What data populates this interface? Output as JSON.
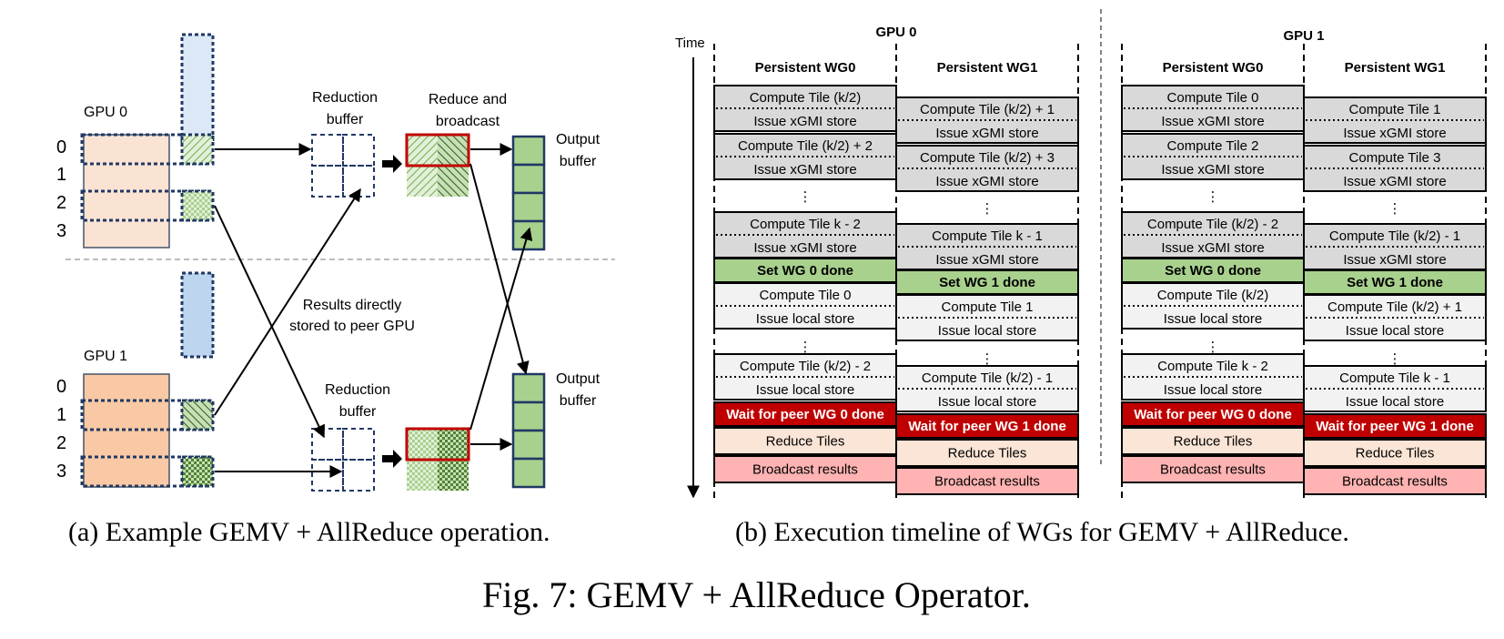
{
  "left": {
    "gpu0_label": "GPU 0",
    "gpu1_label": "GPU 1",
    "rows": [
      "0",
      "1",
      "2",
      "3"
    ],
    "reduction_buffer_top": [
      "Reduction",
      "buffer"
    ],
    "reduction_buffer_bottom": [
      "Reduction",
      "buffer"
    ],
    "reduce_broadcast": [
      "Reduce and",
      "broadcast"
    ],
    "output_buffer_top": [
      "Output",
      "buffer"
    ],
    "output_buffer_bottom": [
      "Output",
      "buffer"
    ],
    "peer_note": [
      "Results directly",
      "stored to peer GPU"
    ]
  },
  "right": {
    "time_label": "Time",
    "gpus": [
      {
        "title": "GPU 0",
        "wg0": {
          "header": "Persistent WG0",
          "blocks": [
            {
              "top": "Compute Tile (k/2)",
              "bottom": "Issue xGMI store"
            },
            {
              "top": "Compute Tile (k/2) + 2",
              "bottom": "Issue xGMI store"
            },
            {
              "top": "Compute Tile k - 2",
              "bottom": "Issue xGMI store"
            },
            {
              "top": "Compute Tile 0",
              "bottom": "Issue local store"
            },
            {
              "top": "Compute Tile (k/2) - 2",
              "bottom": "Issue local store"
            }
          ],
          "done": "Set WG 0 done",
          "wait": "Wait for peer WG 0 done",
          "reduce": "Reduce Tiles",
          "broadcast": "Broadcast results"
        },
        "wg1": {
          "header": "Persistent WG1",
          "blocks": [
            {
              "top": "Compute Tile (k/2) + 1",
              "bottom": "Issue xGMI store"
            },
            {
              "top": "Compute Tile (k/2) + 3",
              "bottom": "Issue xGMI store"
            },
            {
              "top": "Compute Tile k - 1",
              "bottom": "Issue xGMI store"
            },
            {
              "top": "Compute Tile 1",
              "bottom": "Issue local store"
            },
            {
              "top": "Compute Tile (k/2) - 1",
              "bottom": "Issue local store"
            }
          ],
          "done": "Set WG 1 done",
          "wait": "Wait for peer WG 1 done",
          "reduce": "Reduce Tiles",
          "broadcast": "Broadcast results"
        }
      },
      {
        "title": "GPU 1",
        "wg0": {
          "header": "Persistent WG0",
          "blocks": [
            {
              "top": "Compute Tile 0",
              "bottom": "Issue xGMI store"
            },
            {
              "top": "Compute Tile 2",
              "bottom": "Issue xGMI store"
            },
            {
              "top": "Compute Tile (k/2) - 2",
              "bottom": "Issue xGMI store"
            },
            {
              "top": "Compute Tile (k/2)",
              "bottom": "Issue local store"
            },
            {
              "top": "Compute Tile k - 2",
              "bottom": "Issue local store"
            }
          ],
          "done": "Set WG 0 done",
          "wait": "Wait for peer WG 0 done",
          "reduce": "Reduce Tiles",
          "broadcast": "Broadcast results"
        },
        "wg1": {
          "header": "Persistent WG1",
          "blocks": [
            {
              "top": "Compute Tile 1",
              "bottom": "Issue xGMI store"
            },
            {
              "top": "Compute Tile 3",
              "bottom": "Issue xGMI store"
            },
            {
              "top": "Compute Tile (k/2) - 1",
              "bottom": "Issue xGMI store"
            },
            {
              "top": "Compute Tile (k/2)  + 1",
              "bottom": "Issue local store"
            },
            {
              "top": "Compute Tile k - 1",
              "bottom": "Issue local store"
            }
          ],
          "done": "Set WG 1 done",
          "wait": "Wait for peer WG 1 done",
          "reduce": "Reduce Tiles",
          "broadcast": "Broadcast results"
        }
      }
    ],
    "ellipsis": "⋮"
  },
  "captions": {
    "a": "(a) Example GEMV + AllReduce operation.",
    "b": "(b) Execution timeline of WGs for GEMV + AllReduce.",
    "fig": "Fig. 7: GEMV + AllReduce Operator."
  },
  "colors": {
    "gpu0_matrix": "#fbe3d3",
    "gpu1_matrix": "#f8c9a4",
    "vector_top": "#dce8f5",
    "vector_bottom": "#bdd5ee",
    "dash_border": "#203864",
    "green": "#a9d18e",
    "green_dark": "#548235",
    "grey_block": "#d9d9d9",
    "light_block": "#f2f2f2",
    "done_green": "#a9d18e",
    "wait_red": "#c00000",
    "reduce_peach": "#fbe5d6",
    "broadcast_pink": "#ffb3b3"
  }
}
